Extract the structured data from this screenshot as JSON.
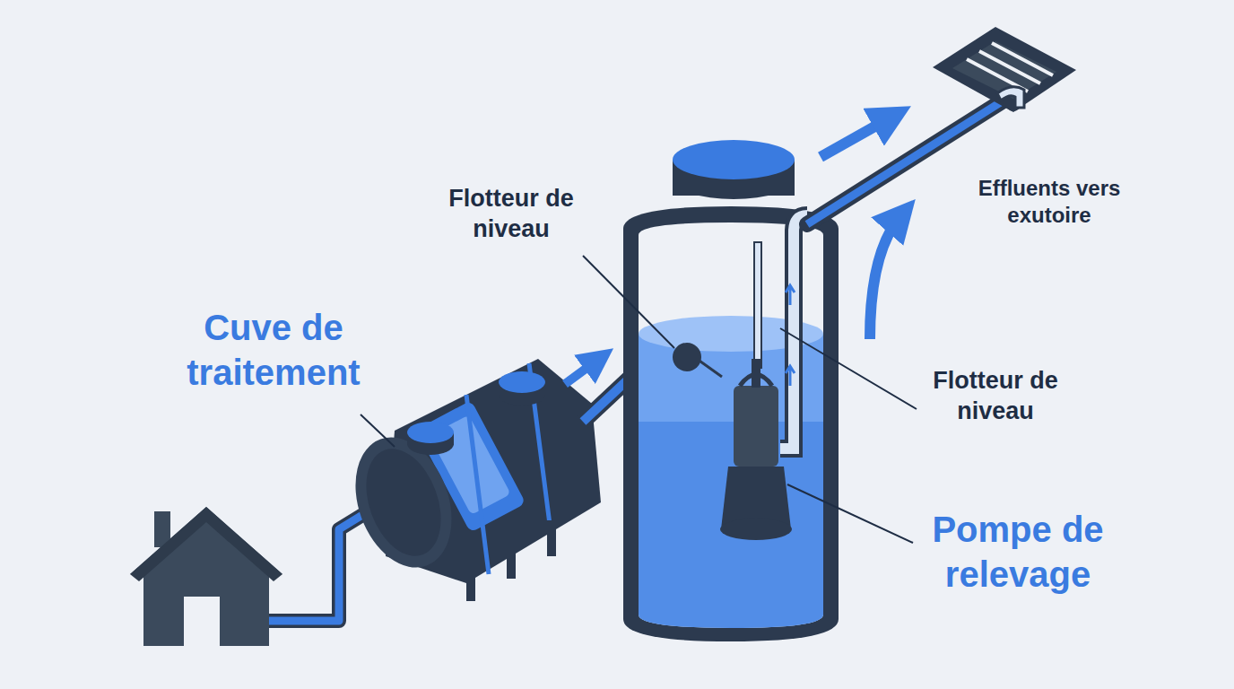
{
  "diagram": {
    "labels": [
      "Cuve de traitement",
      "Flotteur de niveau",
      "Flotteur de niveau",
      "Pompe de relevage",
      "Effluents vers exutoire"
    ]
  }
}
